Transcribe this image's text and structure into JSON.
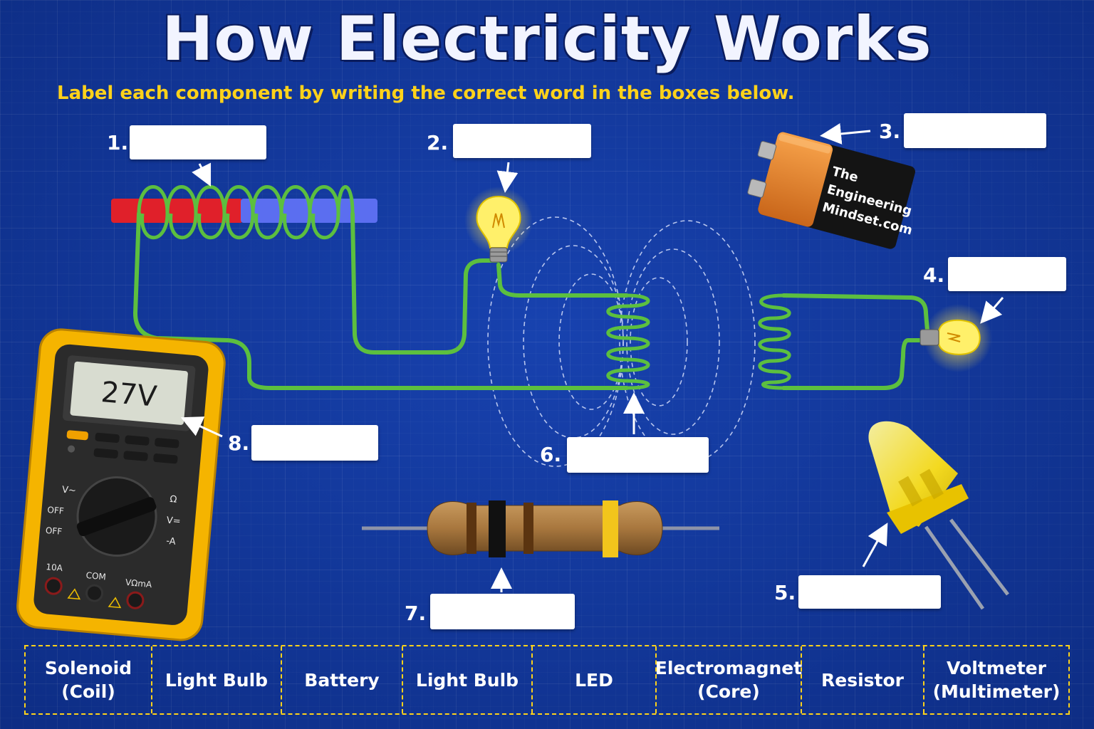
{
  "title": "How Electricity Works",
  "instruction": "Label each component by writing the correct word in the boxes below.",
  "labels": [
    {
      "number": "1.",
      "value": ""
    },
    {
      "number": "2.",
      "value": ""
    },
    {
      "number": "3.",
      "value": ""
    },
    {
      "number": "4.",
      "value": ""
    },
    {
      "number": "5.",
      "value": ""
    },
    {
      "number": "6.",
      "value": ""
    },
    {
      "number": "7.",
      "value": ""
    },
    {
      "number": "8.",
      "value": ""
    }
  ],
  "battery": {
    "brand_line1": "The",
    "brand_line2": "Engineering",
    "brand_line3": "Mindset.com"
  },
  "multimeter": {
    "reading": "27V",
    "dial_labels": {
      "v_ac": "V~",
      "ohm": "Ω",
      "v_dc": "V=",
      "off1": "OFF",
      "off2": "OFF",
      "amp": "-A"
    },
    "jacks": {
      "left": "10A",
      "middle": "COM",
      "right": "VΩmA"
    }
  },
  "word_bank": [
    "Solenoid\n(Coil)",
    "Light Bulb",
    "Battery",
    "Light Bulb",
    "LED",
    "Electromagnet\n(Core)",
    "Resistor",
    "Voltmeter\n(Multimeter)"
  ],
  "colors": {
    "background": "#123aa0",
    "wire": "#5cbf3f",
    "accent_yellow": "#ffd21a",
    "multimeter_body": "#f5b400",
    "battery_orange": "#f08a2a"
  }
}
